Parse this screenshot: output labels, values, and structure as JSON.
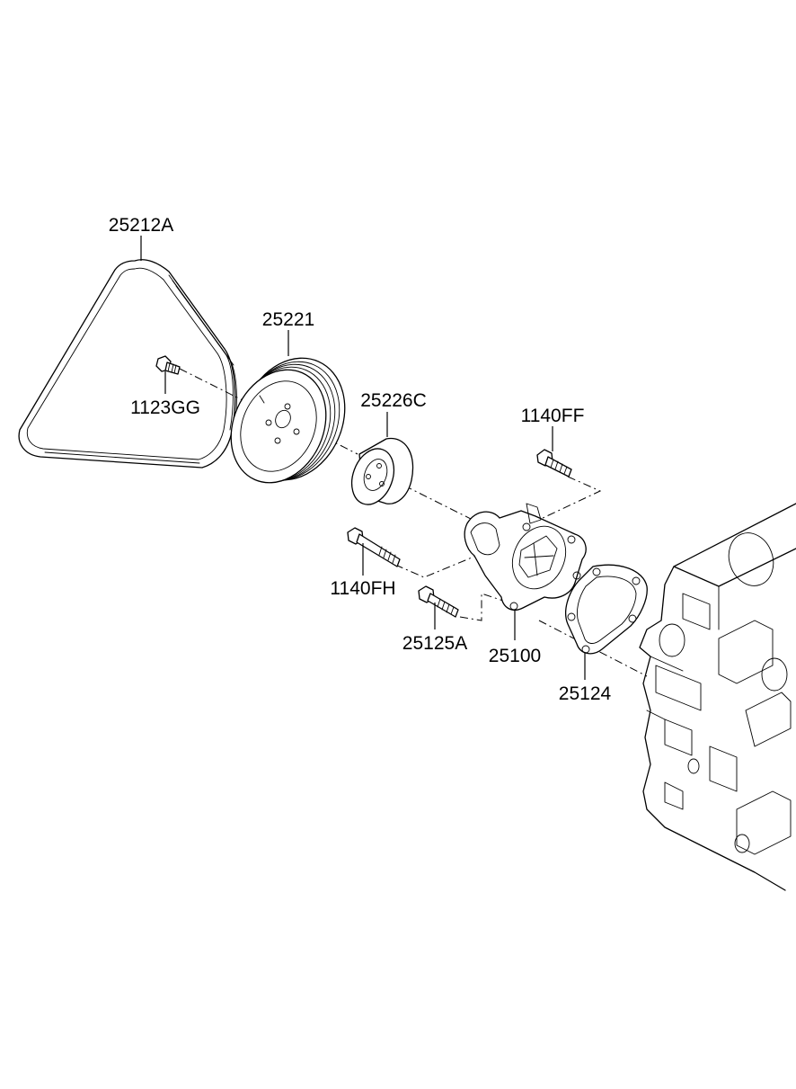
{
  "parts": {
    "belt": "25212A",
    "pulley": "25221",
    "pulley_bolt": "1123GG",
    "spacer": "25226C",
    "bolt_upper": "1140FF",
    "bolt_long": "1140FH",
    "bolt_lower": "25125A",
    "water_pump": "25100",
    "gasket": "25124"
  }
}
